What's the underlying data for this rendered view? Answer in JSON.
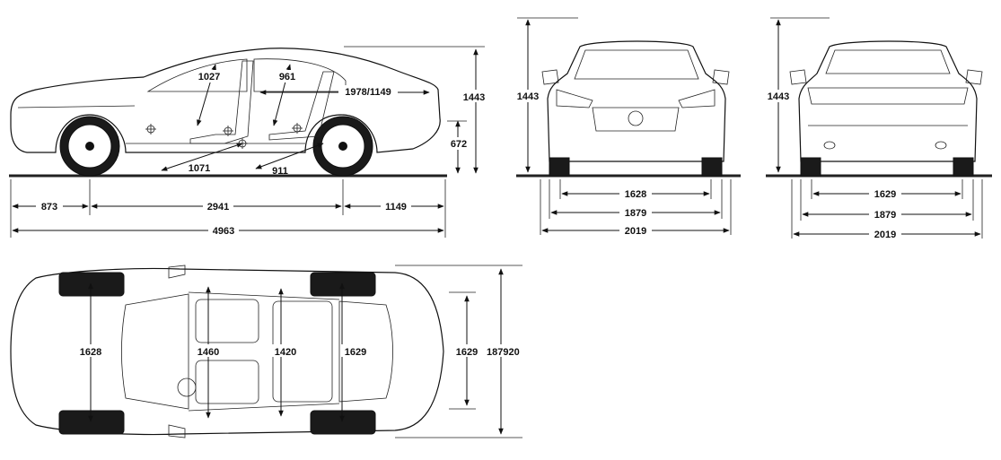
{
  "side_view": {
    "height": "1443",
    "ground_clearance": "672",
    "headroom_front": "1027",
    "headroom_rear": "961",
    "legroom_front": "1071",
    "legroom_rear": "911",
    "cargo_length": "1978/1149",
    "front_overhang": "873",
    "wheelbase": "2941",
    "rear_overhang": "1149",
    "overall_length": "4963"
  },
  "front_view": {
    "height": "1443",
    "track": "1628",
    "width": "1879",
    "width_mirrors": "2019"
  },
  "rear_view": {
    "height": "1443",
    "track": "1629",
    "width": "1879",
    "width_mirrors": "2019"
  },
  "top_view": {
    "front_track": "1628",
    "front_interior_width": "1460",
    "rear_interior_width": "1420",
    "rear_track_inner": "1629",
    "rear_track": "1629",
    "overall_width": "1879",
    "overall_width_suffix": "20"
  }
}
